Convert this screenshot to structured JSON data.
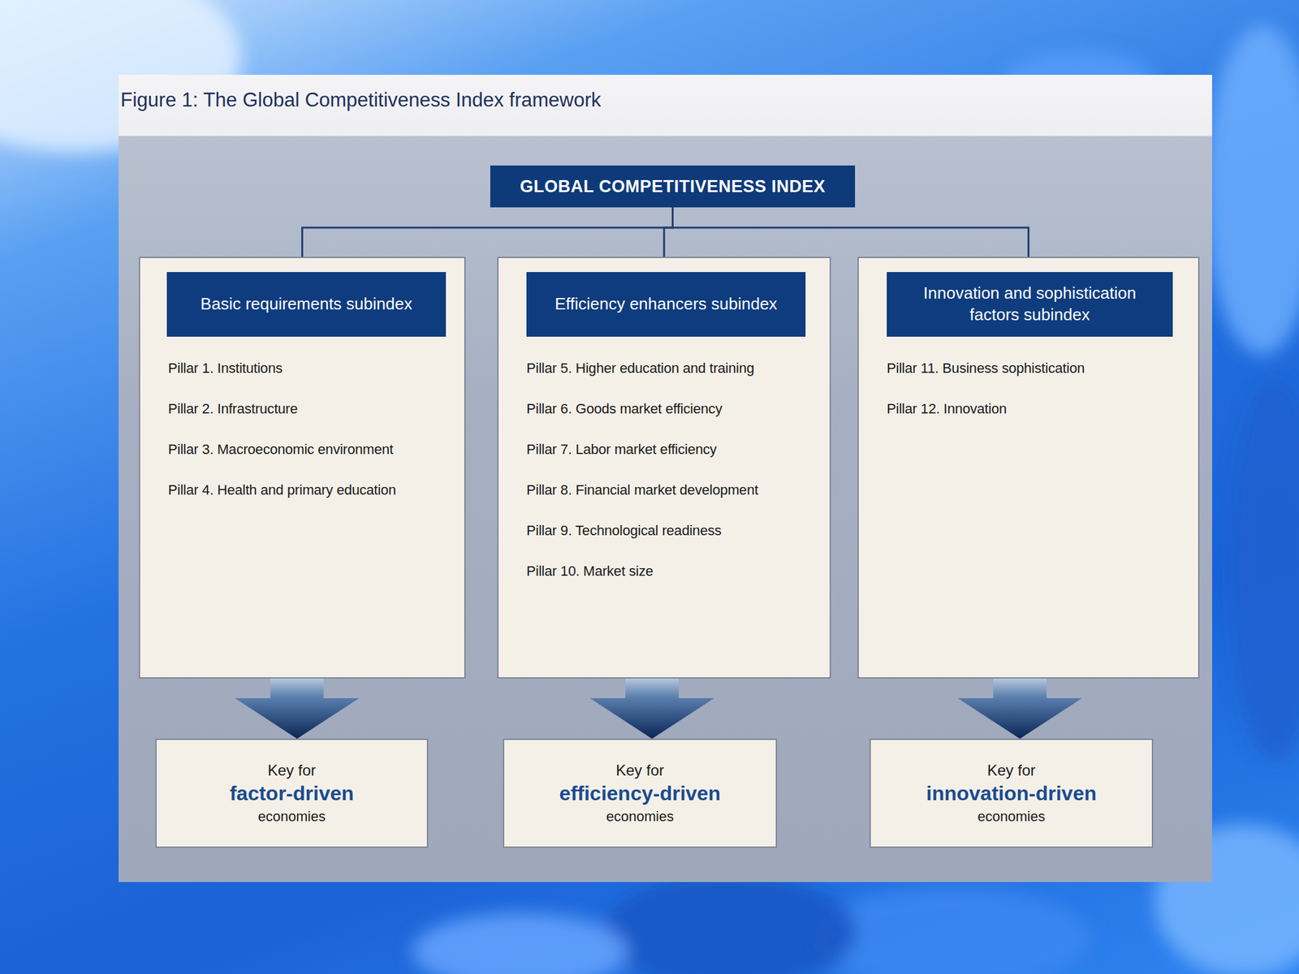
{
  "diagram": {
    "title": "Figure 1: The Global Competitiveness Index framework",
    "nodes": [
      {
        "text": [
          "GLOBAL COMPETITIVENESS INDEX"
        ]
      },
      {
        "text": [
          "Pillar 1. Institutions",
          "Pillar 2. Infrastructure",
          "Pillar 3. Macroeconomic environment",
          "Pillar 4. Health and primary education"
        ]
      },
      {
        "text": [
          "Basic requirements subindex"
        ],
        "in": 1
      },
      {
        "text": [
          "Pillar 5. Higher education and training",
          "Pillar 6. Goods market efficiency",
          "Pillar 7. Labor market efficiency",
          "Pillar 8. Financial market development",
          "Pillar 9. Technological readiness",
          "Pillar 10. Market size"
        ]
      },
      {
        "text": [
          "Efficiency enhancers subindex"
        ],
        "in": 3
      },
      {
        "text": [
          "Pillar 11. Business sophistication",
          "Pillar 12. Innovation"
        ]
      },
      {
        "text": [
          "Innovation and sophistication factors subindex"
        ],
        "in": 5
      },
      {
        "text": [
          "Key for",
          "factor-driven",
          "economies"
        ]
      },
      {
        "text": [
          "Key for",
          "efficiency-driven",
          "economies"
        ]
      },
      {
        "text": [
          "Key for",
          "innovation-driven",
          "economies"
        ]
      }
    ],
    "edges": [
      {
        "from": 0,
        "to": 1,
        "arrow": "none"
      },
      {
        "from": 0,
        "to": 3,
        "arrow": "none"
      },
      {
        "from": 0,
        "to": 5,
        "arrow": "none"
      },
      {
        "from": 1,
        "to": 7,
        "arrow": "to"
      },
      {
        "from": 3,
        "to": 8,
        "arrow": "to"
      },
      {
        "from": 5,
        "to": 9,
        "arrow": "to"
      }
    ]
  }
}
